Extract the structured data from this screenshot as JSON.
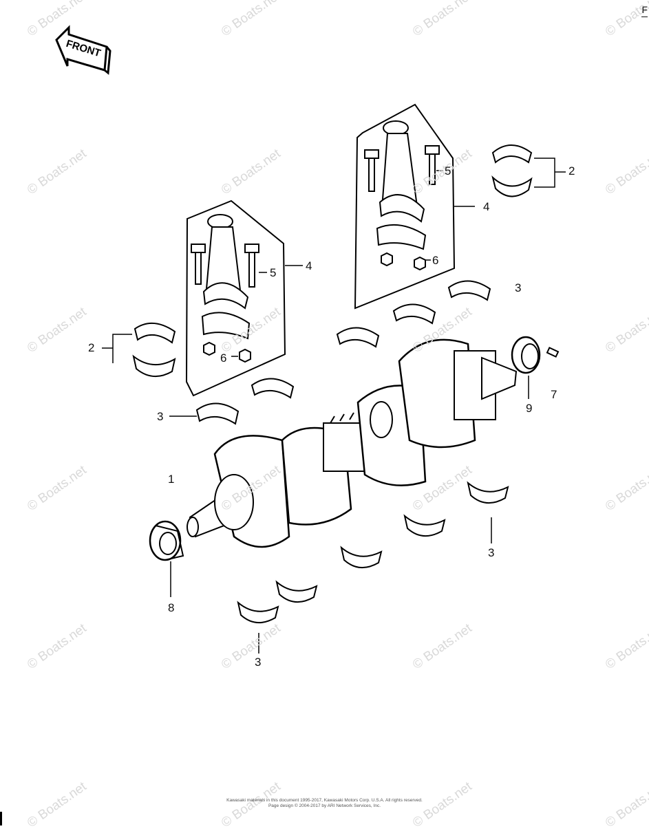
{
  "front_label": "FRONT",
  "corner_text": "F",
  "watermark": "© Boats.net",
  "callouts": {
    "c1": "1",
    "c2_right": "2",
    "c2_left": "2",
    "c3_upper_right": "3",
    "c3_left": "3",
    "c3_lower_right": "3",
    "c3_bottom": "3",
    "c4_left": "4",
    "c4_right": "4",
    "c5_left": "5",
    "c5_right": "5",
    "c6_left": "6",
    "c6_right": "6",
    "c7": "7",
    "c8": "8",
    "c9": "9"
  },
  "footer": {
    "line1": "Kawasaki materials in this document 1995-2017, Kawasaki Motors Corp. U.S.A. All rights reserved.",
    "line2": "Page design © 2004-2017 by ARI Network Services, Inc."
  }
}
